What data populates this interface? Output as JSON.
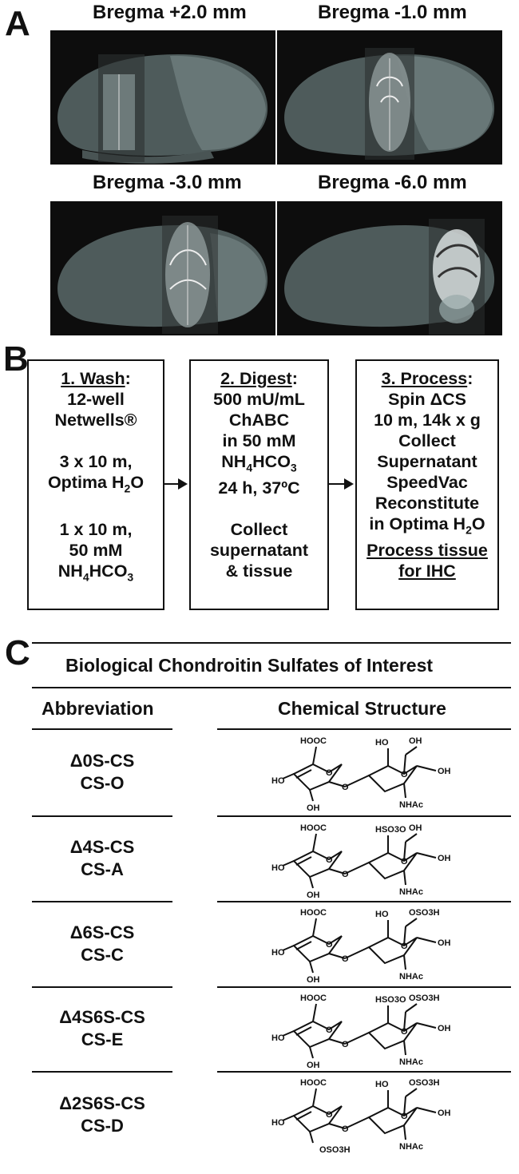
{
  "panel_a": {
    "letter": "A",
    "images": [
      {
        "label": "Bregma +2.0 mm"
      },
      {
        "label": "Bregma -1.0 mm"
      },
      {
        "label": "Bregma -3.0 mm"
      },
      {
        "label": "Bregma -6.0 mm"
      }
    ]
  },
  "panel_b": {
    "letter": "B",
    "steps": [
      {
        "title": "1. Wash",
        "lines": [
          "12-well",
          "Netwells®",
          "",
          "3 x 10 m,",
          "Optima H2O",
          "",
          "1 x 10 m,",
          "50 mM",
          "NH4HCO3"
        ]
      },
      {
        "title": "2. Digest",
        "lines": [
          "500 mU/mL",
          "ChABC",
          "in 50 mM",
          "NH4HCO3",
          "24 h, 37ºC",
          "",
          "Collect",
          "supernatant",
          "& tissue"
        ]
      },
      {
        "title": "3. Process",
        "lines": [
          "Spin ΔCS",
          "10 m, 14k x g",
          "Collect",
          "Supernatant",
          "SpeedVac",
          "Reconstitute",
          "in Optima H2O"
        ],
        "underlined_lines": [
          "Process tissue",
          "for IHC"
        ]
      }
    ]
  },
  "panel_c": {
    "letter": "C",
    "title": "Biological Chondroitin Sulfates of Interest",
    "col_abbreviation": "Abbreviation",
    "col_structure": "Chemical Structure",
    "rows": [
      {
        "abbr": "Δ0S-CS",
        "name": "CS-O",
        "labels": {
          "cooh": "HOOC",
          "r4": "HO",
          "r6": "OH",
          "r2": "",
          "ho": "HO",
          "oh_low": "OH",
          "oh_end": "OH",
          "nhac": "NHAc"
        }
      },
      {
        "abbr": "Δ4S-CS",
        "name": "CS-A",
        "labels": {
          "cooh": "HOOC",
          "r4": "HSO3O",
          "r6": "OH",
          "r2": "",
          "ho": "HO",
          "oh_low": "OH",
          "oh_end": "OH",
          "nhac": "NHAc"
        }
      },
      {
        "abbr": "Δ6S-CS",
        "name": "CS-C",
        "labels": {
          "cooh": "HOOC",
          "r4": "HO",
          "r6": "OSO3H",
          "r2": "",
          "ho": "HO",
          "oh_low": "OH",
          "oh_end": "OH",
          "nhac": "NHAc"
        }
      },
      {
        "abbr": "Δ4S6S-CS",
        "name": "CS-E",
        "labels": {
          "cooh": "HOOC",
          "r4": "HSO3O",
          "r6": "OSO3H",
          "r2": "",
          "ho": "HO",
          "oh_low": "OH",
          "oh_end": "OH",
          "nhac": "NHAc"
        }
      },
      {
        "abbr": "Δ2S6S-CS",
        "name": "CS-D",
        "labels": {
          "cooh": "HOOC",
          "r4": "HO",
          "r6": "OSO3H",
          "r2": "OSO3H",
          "ho": "HO",
          "oh_low": "",
          "oh_end": "OH",
          "nhac": "NHAc"
        }
      }
    ]
  }
}
